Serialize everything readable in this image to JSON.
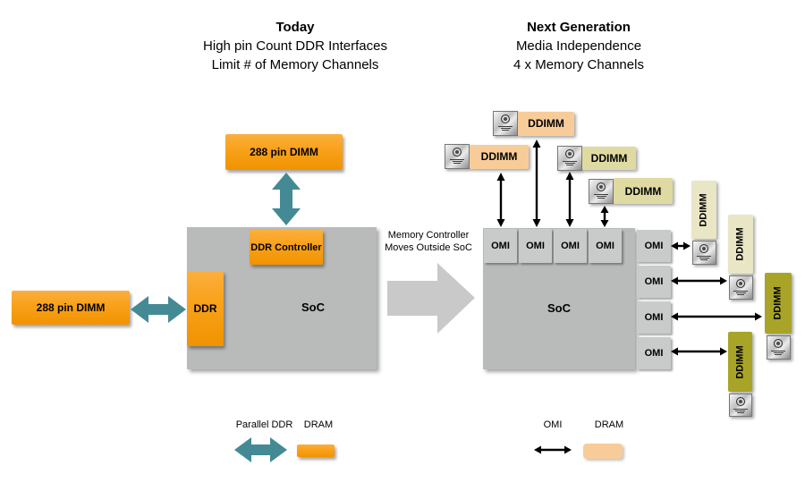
{
  "titles": {
    "today": {
      "heading": "Today",
      "line1": "High pin Count DDR Interfaces",
      "line2": "Limit # of Memory Channels"
    },
    "next_gen": {
      "heading": "Next Generation",
      "line1": "Media Independence",
      "line2": "4 x Memory Channels"
    }
  },
  "left_diagram": {
    "dimm_top_label": "288 pin DIMM",
    "dimm_left_label": "288 pin DIMM",
    "ddr_controller_label": "DDR Controller",
    "ddr_label": "DDR",
    "soc_label": "SoC"
  },
  "transition": {
    "line1": "Memory Controller",
    "line2": "Moves Outside SoC"
  },
  "right_diagram": {
    "soc_label": "SoC",
    "omi_label": "OMI",
    "ddimm_label": "DDIMM"
  },
  "legend_left": {
    "arrow_label": "Parallel DDR",
    "dram_label": "DRAM"
  },
  "legend_right": {
    "arrow_label": "OMI",
    "dram_label": "DRAM"
  },
  "colors": {
    "orange": "#F9A21C",
    "teal": "#448A94",
    "peach": "#F8CC99",
    "khaki": "#DEDAA2",
    "light_khaki": "#E9E6C6",
    "olive": "#A8A428",
    "soc_gray": "#B9BABA",
    "omi_gray": "#C9CBCB",
    "transition_arrow_gray": "#C9C9C9",
    "connector_black": "#000000"
  }
}
